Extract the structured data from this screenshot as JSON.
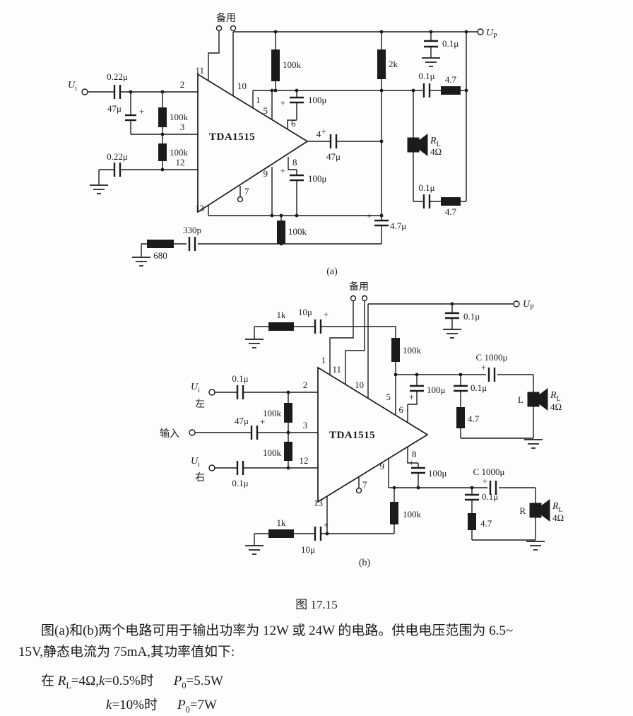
{
  "colors": {
    "ink": "#1b1b1b",
    "paper": "#fdfdfb"
  },
  "circuit_a": {
    "ic_label": "TDA1515",
    "spare_label": "备用",
    "supply_u": "U",
    "supply_sub": "P",
    "input_u": "U",
    "input_sub": "i",
    "plus": "+",
    "c_in_top": "0.22μ",
    "c_bias": "47μ",
    "r_bias_top": "100k",
    "r_bias_bot": "100k",
    "c_in_bot": "0.22μ",
    "r_fb_top": "100k",
    "r_2k": "2k",
    "c_boot_top": "100μ",
    "c_out": "47μ",
    "c_boot_bot": "100μ",
    "c_dec": "0.1μ",
    "c_zobel_top": "0.1μ",
    "r_zobel_top": "4.7",
    "c_zobel_bot": "0.1μ",
    "r_zobel_bot": "4.7",
    "c_fb": "4.7μ",
    "r_fb_bot": "100k",
    "c_comp": "330p",
    "r_comp": "680",
    "spk_r": "R",
    "spk_sub": "L",
    "spk_ohm": "4Ω",
    "pins": {
      "p1": "1",
      "p2": "2",
      "p3": "3",
      "p4": "4",
      "p5": "5",
      "p6": "6",
      "p7": "7",
      "p8": "8",
      "p9": "9",
      "p10": "10",
      "p11": "11",
      "p12": "12",
      "p13": "13"
    },
    "sublabel": "(a)"
  },
  "circuit_b": {
    "ic_label": "TDA1515",
    "spare_label": "备用",
    "supply_u": "U",
    "supply_sub": "P",
    "plus": "+",
    "c_dec": "0.1μ",
    "r_fb_top": "1k",
    "c_fb_top": "10μ",
    "r_fb_top2": "100k",
    "in_left_u": "U",
    "in_left_sub": "i",
    "in_left_chan": "左",
    "in_mid": "输入",
    "in_right_u": "U",
    "in_right_sub": "i",
    "in_right_chan": "右",
    "c_in_left": "0.1μ",
    "c_in_right": "0.1μ",
    "c_bias": "47μ",
    "r_bias_top": "100k",
    "r_bias_bot": "100k",
    "c_boot_l": "100μ",
    "c_out_l": "C 1000μ",
    "c_zobel_l": "0.1μ",
    "r_zobel_l": "4.7",
    "spk_l_chan": "L",
    "spk_l_r": "R",
    "spk_l_sub": "L",
    "spk_l_ohm": "4Ω",
    "c_boot_r": "100μ",
    "c_out_r": "C 1000μ",
    "c_zobel_r": "0.1μ",
    "r_zobel_r": "4.7",
    "spk_r_chan": "R",
    "spk_r_r": "R",
    "spk_r_sub": "L",
    "spk_r_ohm": "4Ω",
    "r_fb_bot2": "100k",
    "r_fb_bot": "1k",
    "c_fb_bot": "10μ",
    "pins": {
      "p1": "1",
      "p2": "2",
      "p3": "3",
      "p5": "5",
      "p6": "6",
      "p7": "7",
      "p8": "8",
      "p9": "9",
      "p10": "10",
      "p11": "11",
      "p12": "12",
      "p13": "13"
    },
    "sublabel": "(b)"
  },
  "caption": {
    "figure": "图 17.15",
    "line1": "图(a)和(b)两个电路可用于输出功率为 12W 或 24W 的电路。供电电压范围为 6.5~",
    "line2": "15V,静态电流为 75mA,其功率值如下:",
    "spec1": {
      "pre": "在 ",
      "r": "R",
      "rsub": "L",
      "eq": "=4Ω,",
      "k": "k",
      "cond": "=0.5%时",
      "p": "P",
      "psub": "0",
      "val": "=5.5W"
    },
    "spec2": {
      "k": "k",
      "cond": "=10%时",
      "p": "P",
      "psub": "0",
      "val": "=7W"
    }
  }
}
